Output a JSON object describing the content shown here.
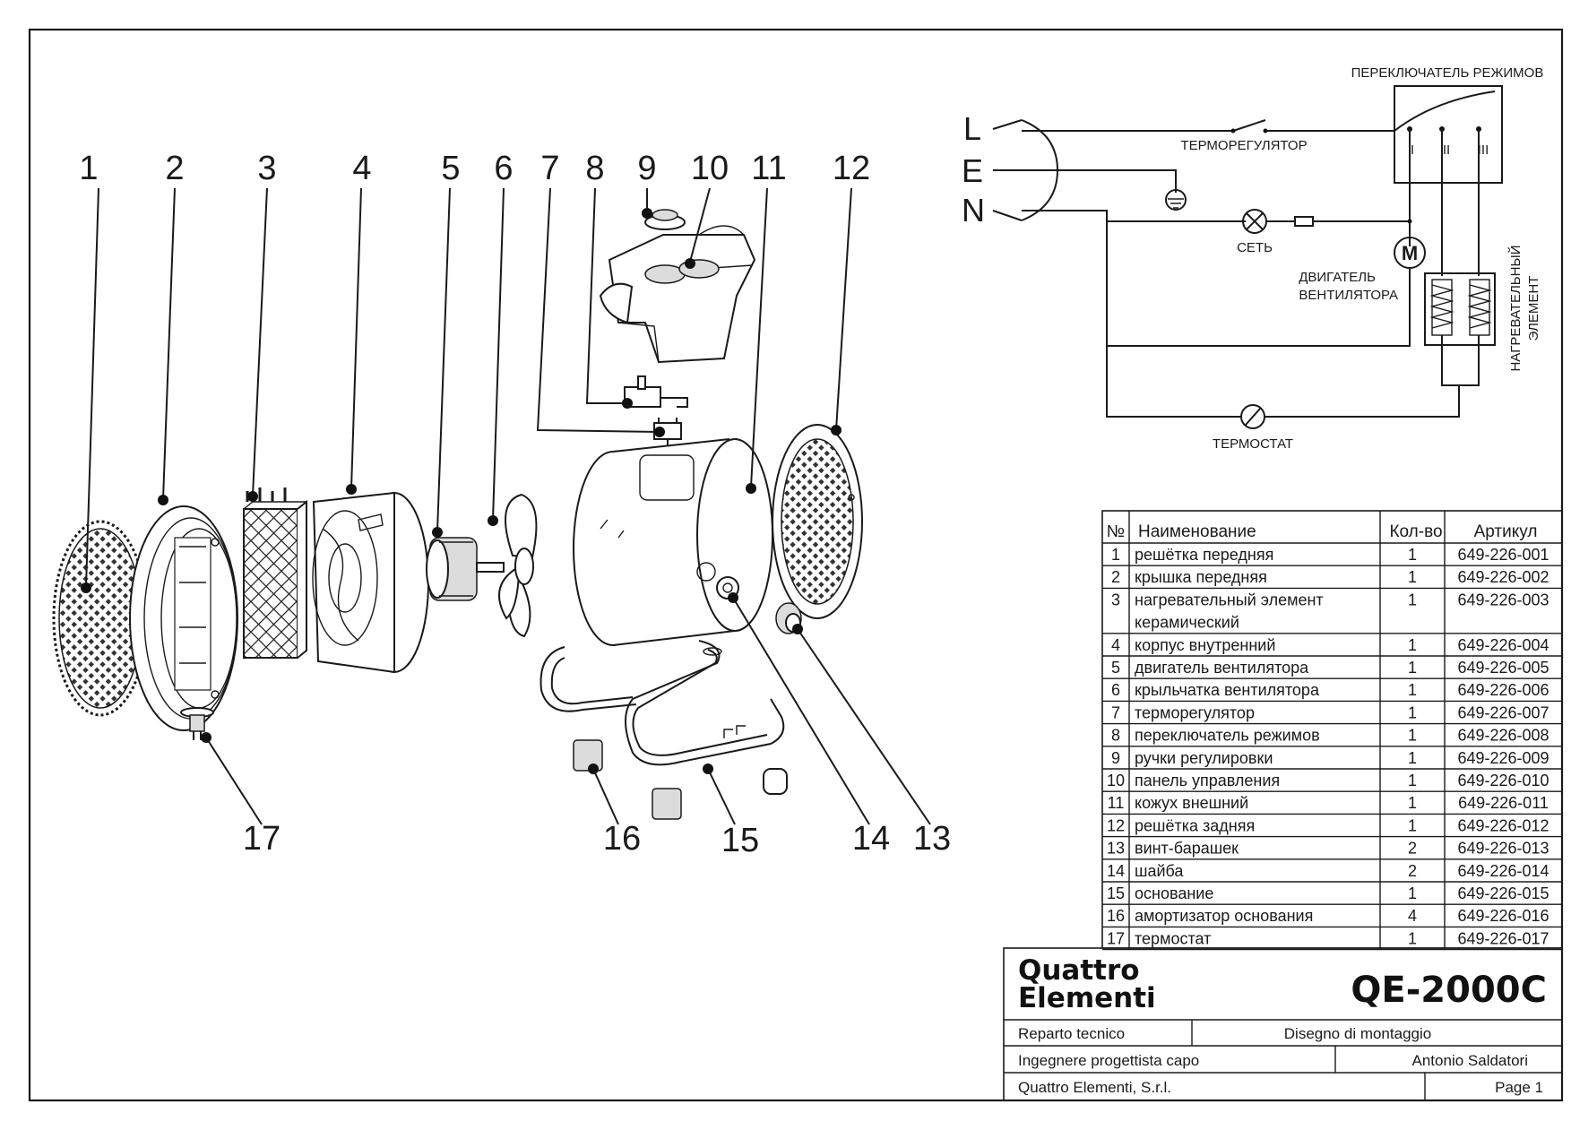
{
  "callouts": [
    "1",
    "2",
    "3",
    "4",
    "5",
    "6",
    "7",
    "8",
    "9",
    "10",
    "11",
    "12",
    "13",
    "14",
    "15",
    "16",
    "17"
  ],
  "schematic": {
    "terminals": [
      "L",
      "E",
      "N"
    ],
    "mode_switch": "ПЕРЕКЛЮЧАТЕЛЬ РЕЖИМОВ",
    "positions": [
      "I",
      "II",
      "III"
    ],
    "thermoregulator": "ТЕРМОРЕГУЛЯТОР",
    "mains_lamp": "СЕТЬ",
    "motor_symbol": "M",
    "fan_motor_line1": "ДВИГАТЕЛЬ",
    "fan_motor_line2": "ВЕНТИЛЯТОРА",
    "heater_line1": "НАГРЕВАТЕЛЬНЫЙ",
    "heater_line2": "ЭЛЕМЕНТ",
    "thermostat": "ТЕРМОСТАТ"
  },
  "parts_table": {
    "headers": [
      "№",
      "Наименование",
      "Кол-во",
      "Артикул"
    ],
    "rows": [
      {
        "no": "1",
        "name": "решётка передняя",
        "name2": "",
        "qty": "1",
        "code": "649-226-001"
      },
      {
        "no": "2",
        "name": "крышка передняя",
        "name2": "",
        "qty": "1",
        "code": "649-226-002"
      },
      {
        "no": "3",
        "name": "нагревательный элемент",
        "name2": "керамический",
        "qty": "1",
        "code": "649-226-003"
      },
      {
        "no": "4",
        "name": "корпус внутренний",
        "name2": "",
        "qty": "1",
        "code": "649-226-004"
      },
      {
        "no": "5",
        "name": "двигатель вентилятора",
        "name2": "",
        "qty": "1",
        "code": "649-226-005"
      },
      {
        "no": "6",
        "name": "крыльчатка вентилятора",
        "name2": "",
        "qty": "1",
        "code": "649-226-006"
      },
      {
        "no": "7",
        "name": "терморегулятор",
        "name2": "",
        "qty": "1",
        "code": "649-226-007"
      },
      {
        "no": "8",
        "name": "переключатель режимов",
        "name2": "",
        "qty": "1",
        "code": "649-226-008"
      },
      {
        "no": "9",
        "name": "ручки регулировки",
        "name2": "",
        "qty": "1",
        "code": "649-226-009"
      },
      {
        "no": "10",
        "name": "панель управления",
        "name2": "",
        "qty": "1",
        "code": "649-226-010"
      },
      {
        "no": "11",
        "name": "кожух внешний",
        "name2": "",
        "qty": "1",
        "code": "649-226-011"
      },
      {
        "no": "12",
        "name": "решётка задняя",
        "name2": "",
        "qty": "1",
        "code": "649-226-012"
      },
      {
        "no": "13",
        "name": "винт-барашек",
        "name2": "",
        "qty": "2",
        "code": "649-226-013"
      },
      {
        "no": "14",
        "name": "шайба",
        "name2": "",
        "qty": "2",
        "code": "649-226-014"
      },
      {
        "no": "15",
        "name": "основание",
        "name2": "",
        "qty": "1",
        "code": "649-226-015"
      },
      {
        "no": "16",
        "name": "амортизатор основания",
        "name2": "",
        "qty": "4",
        "code": "649-226-016"
      },
      {
        "no": "17",
        "name": "термостат",
        "name2": "",
        "qty": "1",
        "code": "649-226-017"
      }
    ]
  },
  "title_block": {
    "brand_line1": "Quattro",
    "brand_line2": "Elementi",
    "model": "QE-2000C",
    "department": "Reparto tecnico",
    "drawing_type": "Disegno di montaggio",
    "role": "Ingegnere progettista capo",
    "engineer": "Antonio Saldatori",
    "company": "Quattro Elementi, S.r.l.",
    "page": "Page 1"
  }
}
